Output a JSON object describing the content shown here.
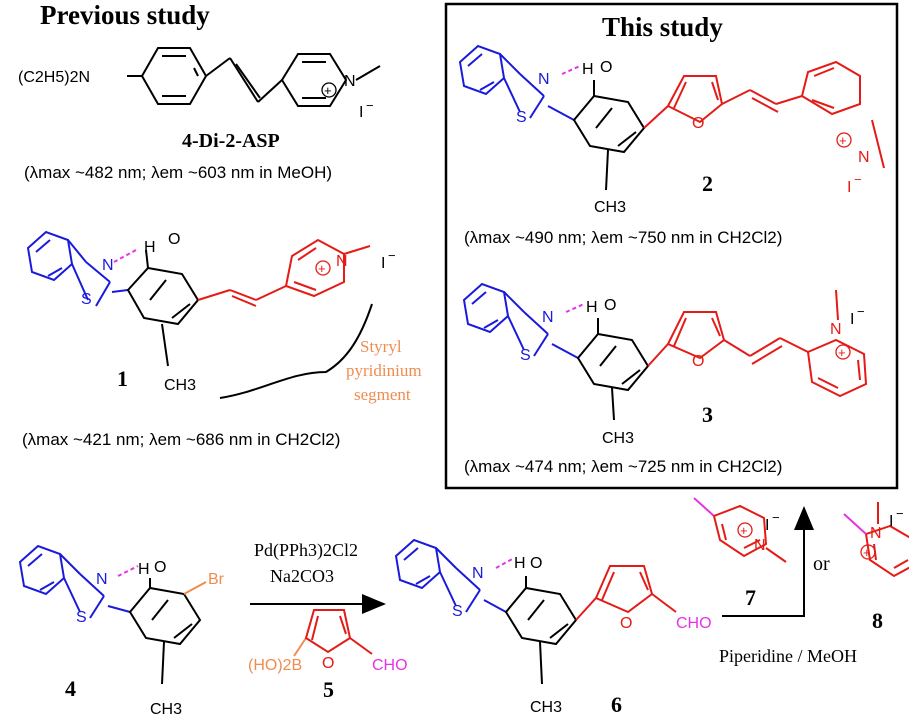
{
  "colors": {
    "blue": "#1a1adb",
    "red": "#e41b17",
    "orange": "#f08c50",
    "magenta": "#e633e6",
    "black": "#000000"
  },
  "headings": {
    "previous": "Previous study",
    "this": "This study"
  },
  "asp": {
    "amine": "(C2H5)2N",
    "name": "4-Di-2-ASP",
    "props": "(λmax ~482 nm; λem ~603 nm in MeOH)"
  },
  "cmpd1": {
    "label": "1",
    "props": "(λmax ~421 nm; λem ~686 nm in CH2Cl2)",
    "segment_lines": [
      "Styryl",
      "pyridinium",
      "segment"
    ]
  },
  "cmpd2": {
    "label": "2",
    "props": "(λmax ~490 nm; λem ~750 nm in CH2Cl2)"
  },
  "cmpd3": {
    "label": "3",
    "props": "(λmax ~474 nm; λem ~725 nm in CH2Cl2)"
  },
  "reaction": {
    "reactant4": "4",
    "boronic5": "5",
    "product6": "6",
    "reagent7": "7",
    "reagent8": "8",
    "catalyst": "Pd(PPh3)2Cl2",
    "base": "Na2CO3",
    "or": "or",
    "conditions": "Piperidine / MeOH"
  },
  "atoms": {
    "N": "N",
    "S": "S",
    "O": "O",
    "H": "H",
    "I": "I",
    "Br": "Br",
    "CHO": "CHO",
    "HO2B": "(HO)2B",
    "CH3": "CH3"
  }
}
